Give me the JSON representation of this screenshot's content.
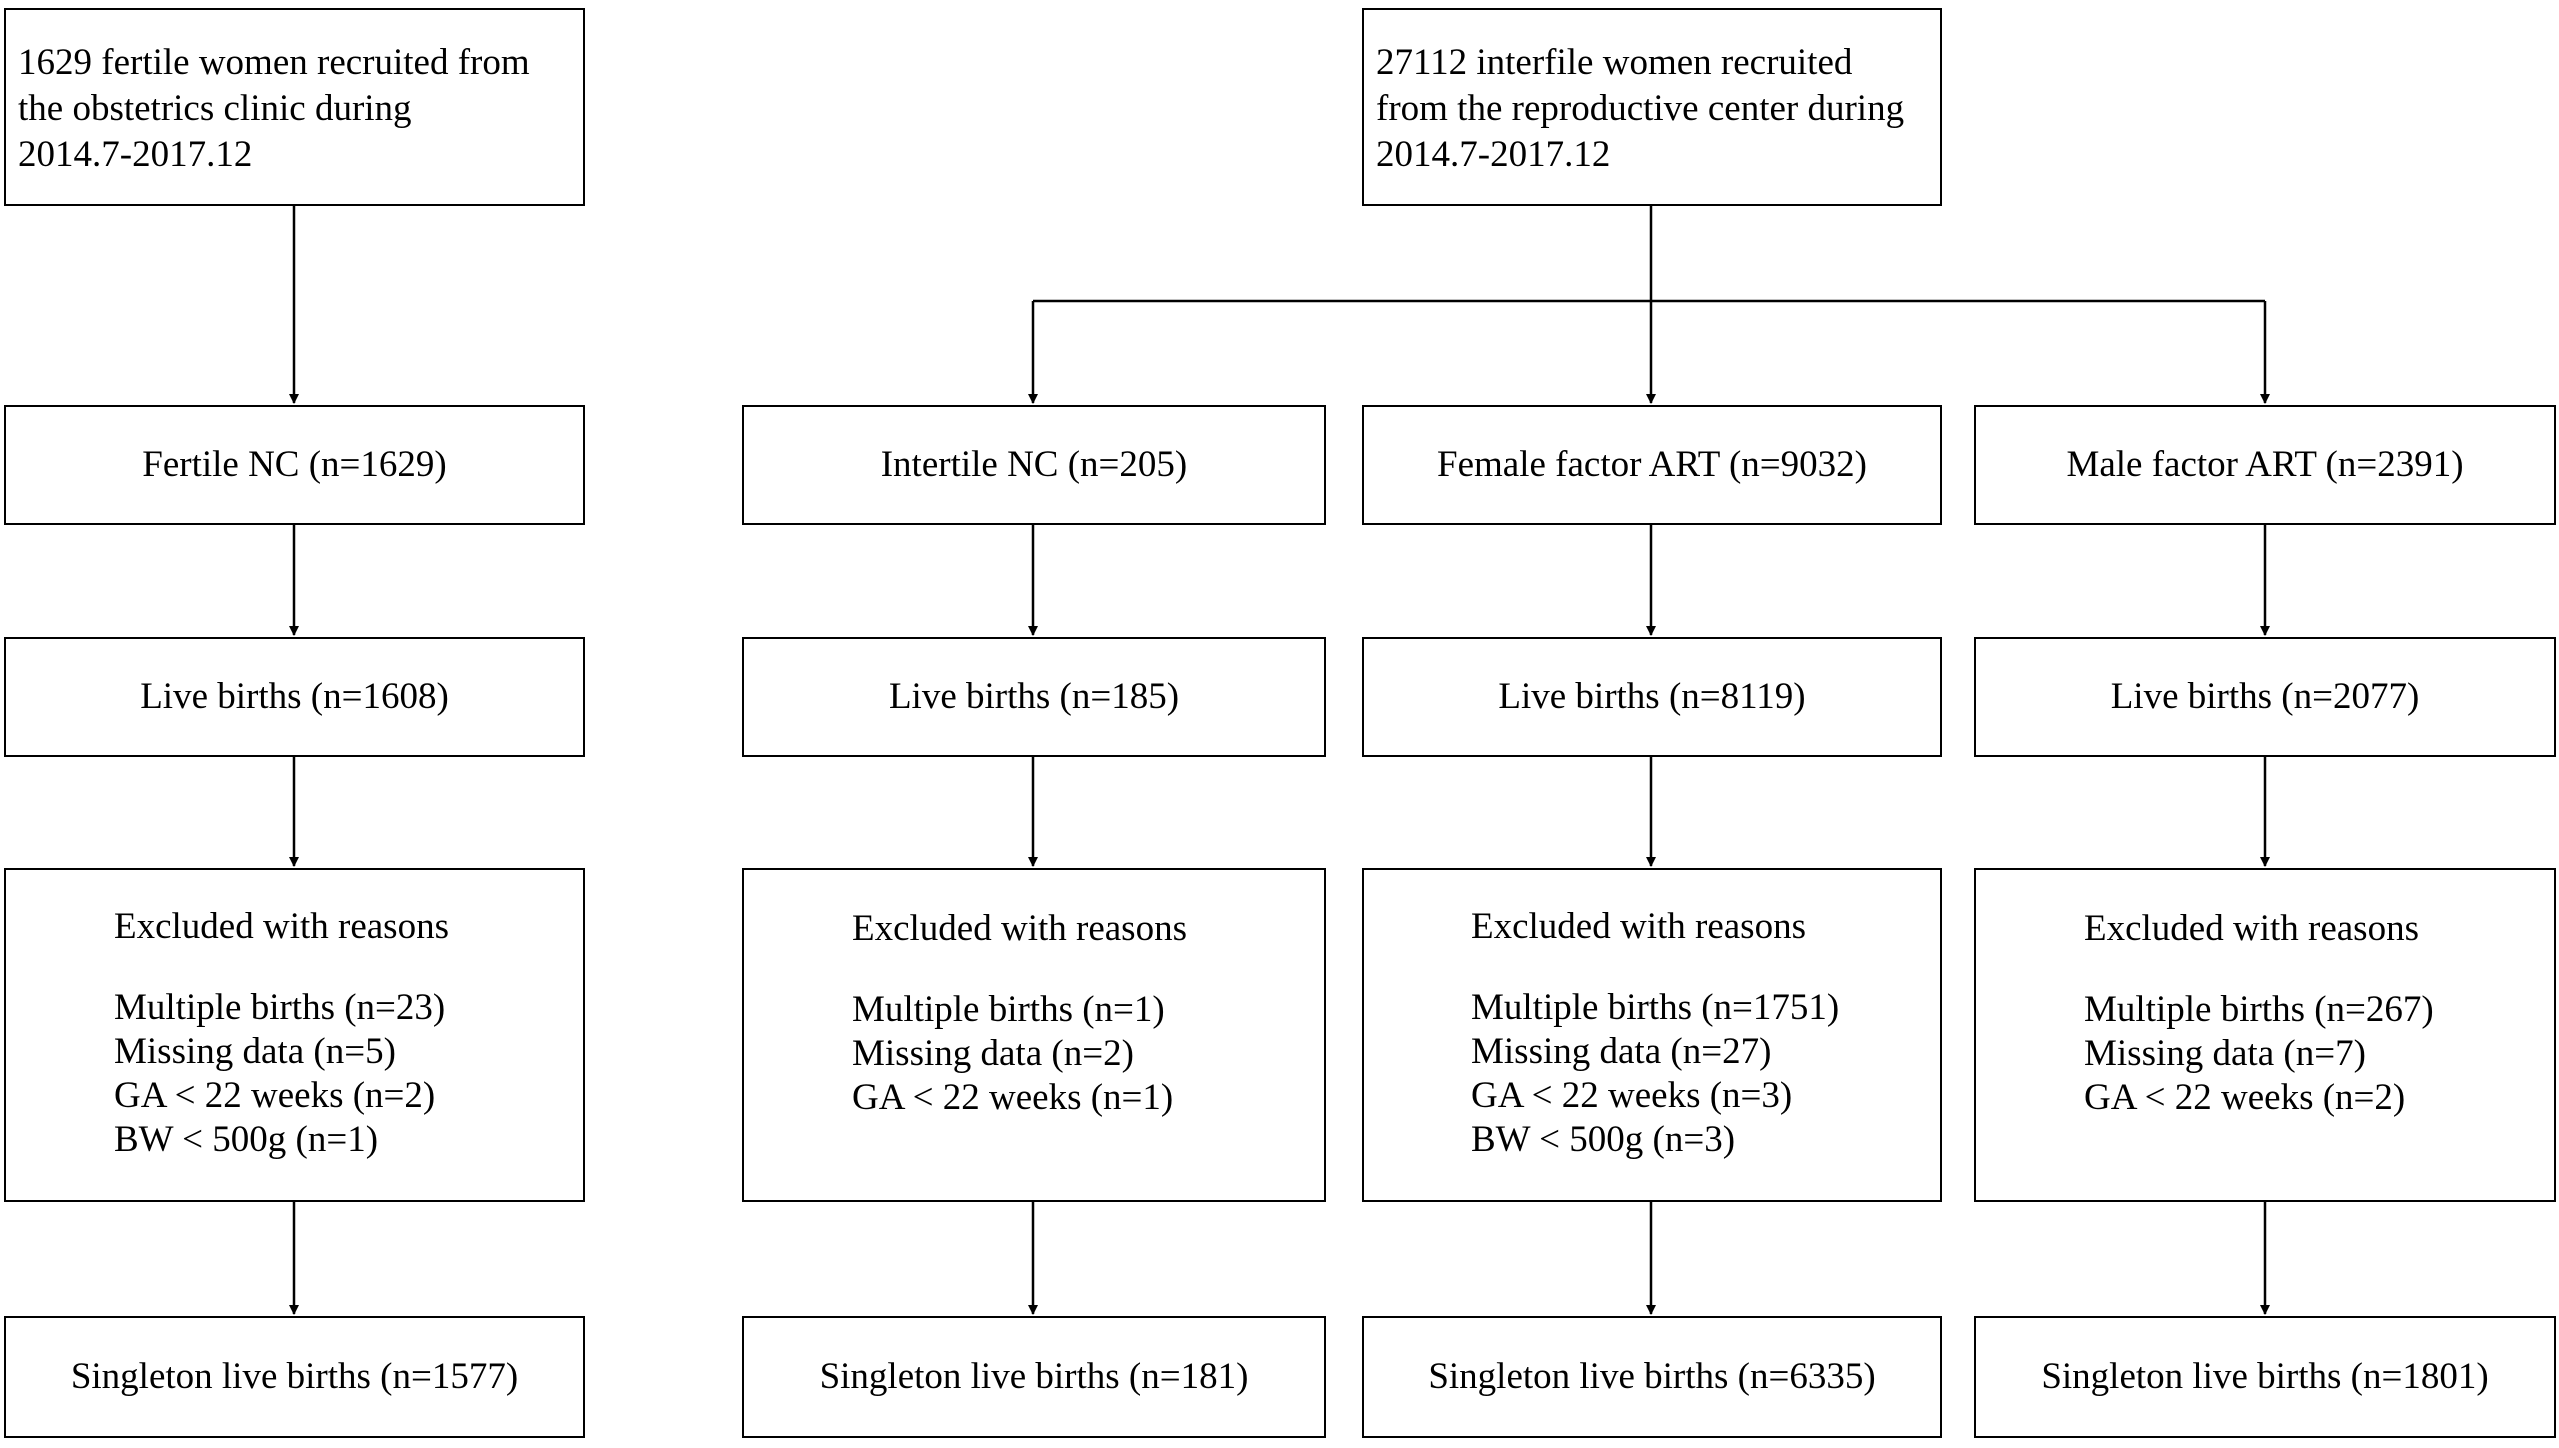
{
  "sources": {
    "fertile": [
      "1629 fertile women recruited from",
      "the obstetrics clinic during",
      "2014.7-2017.12"
    ],
    "infertile": [
      "27112 interfile women recruited",
      "from the reproductive center during",
      "2014.7-2017.12"
    ]
  },
  "groups": [
    {
      "name": "Fertile NC (n=1629)",
      "live_births": "Live births (n=1608)",
      "excluded_title": "Excluded with reasons",
      "excluded_reasons": [
        "Multiple births (n=23)",
        "Missing data (n=5)",
        "GA < 22 weeks (n=2)",
        "BW < 500g (n=1)"
      ],
      "singleton": "Singleton live births (n=1577)"
    },
    {
      "name": "Intertile NC (n=205)",
      "live_births": "Live births (n=185)",
      "excluded_title": "Excluded with reasons",
      "excluded_reasons": [
        "Multiple births (n=1)",
        "Missing data (n=2)",
        "GA < 22 weeks (n=1)"
      ],
      "singleton": "Singleton live births (n=181)"
    },
    {
      "name": "Female factor ART (n=9032)",
      "live_births": "Live births (n=8119)",
      "excluded_title": "Excluded with reasons",
      "excluded_reasons": [
        "Multiple births (n=1751)",
        "Missing data (n=27)",
        "GA < 22 weeks (n=3)",
        "BW < 500g (n=3)"
      ],
      "singleton": "Singleton live births (n=6335)"
    },
    {
      "name": "Male factor ART (n=2391)",
      "live_births": "Live births (n=2077)",
      "excluded_title": "Excluded with reasons",
      "excluded_reasons": [
        "Multiple births (n=267)",
        "Missing data (n=7)",
        "GA < 22 weeks (n=2)"
      ],
      "singleton": "Singleton live births (n=1801)"
    }
  ]
}
